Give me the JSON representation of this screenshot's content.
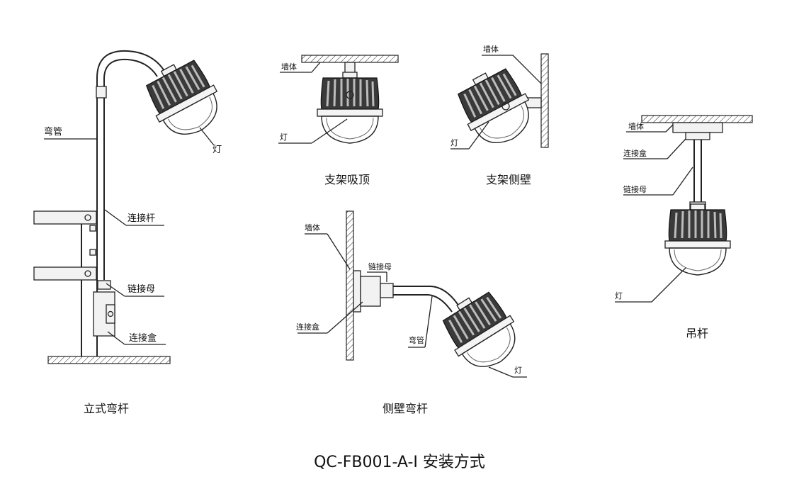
{
  "title": "QC-FB001-A-I 安装方式",
  "panels": {
    "pole_stand": {
      "caption": "立式弯杆",
      "labels": {
        "bend_pipe": "弯管",
        "connect_rod": "连接杆",
        "chain_nut": "链接母",
        "junction_box": "连接盒",
        "lamp": "灯"
      }
    },
    "ceiling_bracket": {
      "caption": "支架吸顶",
      "labels": {
        "wall": "墙体",
        "lamp": "灯"
      }
    },
    "wall_bracket": {
      "caption": "支架侧壁",
      "labels": {
        "wall": "墙体",
        "lamp": "灯"
      }
    },
    "wall_bend": {
      "caption": "侧壁弯杆",
      "labels": {
        "wall": "墙体",
        "chain_nut": "链接母",
        "junction_box": "连接盒",
        "bend_pipe": "弯管",
        "lamp": "灯"
      }
    },
    "pendant": {
      "caption": "吊杆",
      "labels": {
        "wall": "墙体",
        "junction_box": "连接盒",
        "chain_nut": "链接母",
        "lamp": "灯"
      }
    }
  }
}
